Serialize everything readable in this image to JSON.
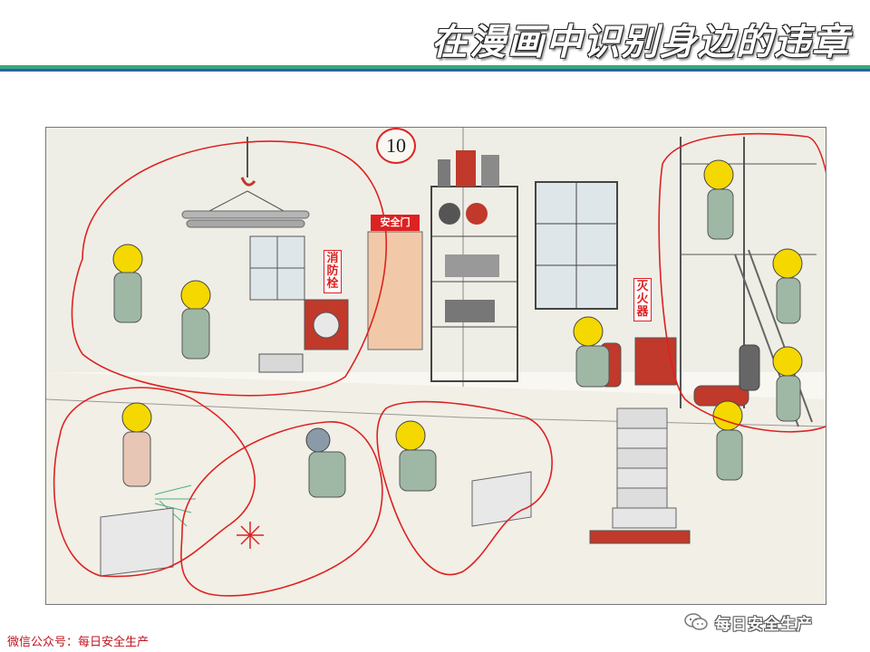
{
  "header": {
    "title": "在漫画中识别身边的违章"
  },
  "comic": {
    "panel_number": "10",
    "signs": {
      "exit": "安全门",
      "hydrant": "消防栓",
      "extinguisher": "灭火器"
    }
  },
  "footer": {
    "source": "微信公众号：每日安全生产",
    "brand": "每日安全生产"
  },
  "colors": {
    "accent_red": "#d22222",
    "rule_green": "#3aa87a",
    "rule_blue": "#2f5fa8"
  }
}
